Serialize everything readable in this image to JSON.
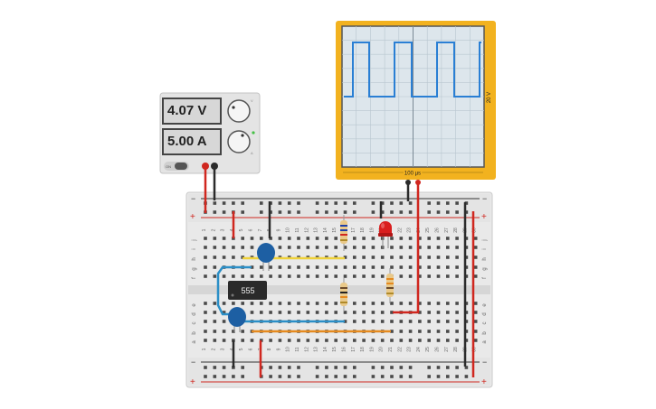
{
  "power_supply": {
    "voltage_display": "4.07 V",
    "current_display": "5.00 A",
    "knob_voltage_label": "V",
    "knob_current_label": "A",
    "switch_label": "ON"
  },
  "oscilloscope": {
    "volts_per_div": "20 V",
    "time_per_div": "100 µs",
    "trace_color": "#2a7fd4",
    "frame_color": "#f2b21f"
  },
  "breadboard": {
    "column_numbers": [
      "1",
      "2",
      "3",
      "4",
      "5",
      "6",
      "7",
      "8",
      "9",
      "10",
      "11",
      "12",
      "13",
      "14",
      "15",
      "16",
      "17",
      "18",
      "19",
      "20",
      "21",
      "22",
      "23",
      "24",
      "25",
      "26",
      "27",
      "28",
      "29",
      "30"
    ],
    "rows_top": [
      "j",
      "i",
      "h",
      "g",
      "f"
    ],
    "rows_bottom": [
      "e",
      "d",
      "c",
      "b",
      "a"
    ],
    "rail_plus": "+",
    "rail_minus": "−"
  },
  "components": {
    "ic_label": "555"
  },
  "colors": {
    "wire_red": "#d0271f",
    "wire_black": "#2b2b2b",
    "wire_blue": "#2b8fc7",
    "wire_yellow": "#f0d23a",
    "wire_orange": "#e58a1f",
    "led_red": "#d91e1e",
    "capacitor_blue": "#1d5fa3"
  }
}
